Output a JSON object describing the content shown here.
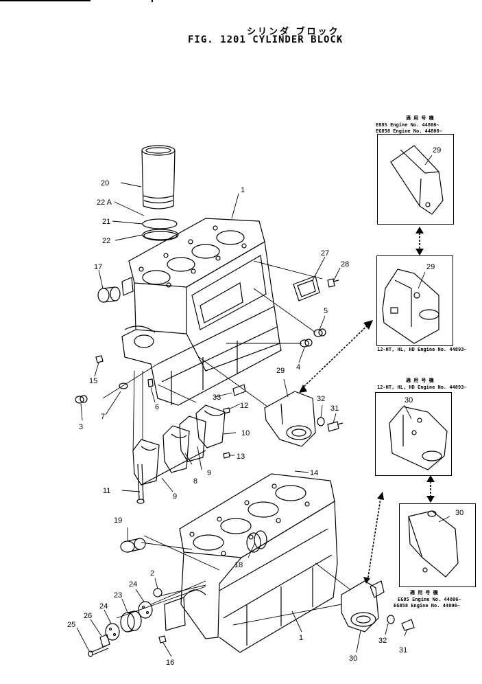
{
  "header": {
    "title_jp": "シリンダ ブロック",
    "title_en": "FIG. 1201  CYLINDER BLOCK"
  },
  "applicability": {
    "top_jp": "適 用 号 機",
    "top_line1": "E88S  Engine  No.  44806~",
    "top_line2": "EG858 Engine  No.  44806~",
    "mid1": "12-HT, HL, HD Engine No. 44893~",
    "mid2_jp": "適 用 号 機",
    "mid2": "12-HT, HL, HD Engine No. 44893~",
    "bot_jp": "適 用 号 機",
    "bot_line1": "EG85  Engine  No.  44806~",
    "bot_line2": "EG858 Engine  No.  44806~"
  },
  "callouts": {
    "c1a": "1",
    "c1b": "1",
    "c2": "2",
    "c3": "3",
    "c4": "4",
    "c5": "5",
    "c6": "6",
    "c7": "7",
    "c8": "8",
    "c9a": "9",
    "c9b": "9",
    "c10": "10",
    "c11": "11",
    "c12": "12",
    "c13": "13",
    "c14": "14",
    "c15": "15",
    "c16": "16",
    "c17": "17",
    "c18": "18",
    "c19": "19",
    "c20": "20",
    "c21": "21",
    "c22": "22",
    "c22a": "22 A",
    "c23": "23",
    "c24a": "24",
    "c24b": "24",
    "c25": "25",
    "c26": "26",
    "c27": "27",
    "c28": "28",
    "c29a": "29",
    "c29b": "29",
    "c29c": "29",
    "c30a": "30",
    "c30b": "30",
    "c30c": "30",
    "c31a": "31",
    "c31b": "31",
    "c32a": "32",
    "c32b": "32",
    "c33": "33"
  }
}
